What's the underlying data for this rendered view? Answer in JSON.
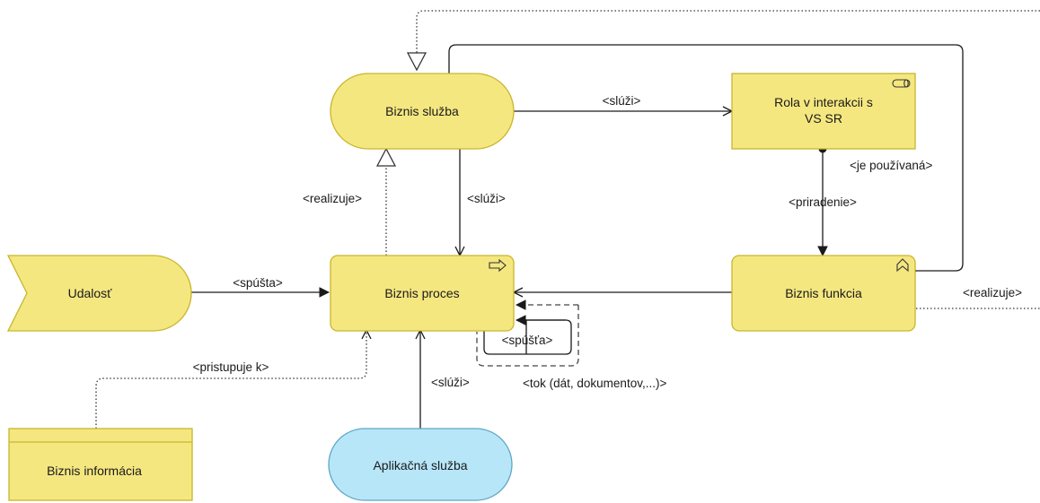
{
  "nodes": {
    "biznis_sluzba": "Biznis služba",
    "rola_line1": "Rola v interakcii s",
    "rola_line2": "VS SR",
    "udalost": "Udalosť",
    "biznis_proces": "Biznis proces",
    "biznis_funkcia": "Biznis funkcia",
    "biznis_informacia": "Biznis informácia",
    "aplikacna_sluzba": "Aplikačná služba"
  },
  "edges": {
    "sluzi_top": "<slúži>",
    "je_pouzivana": "<je používaná>",
    "realizuje_left": "<realizuje>",
    "sluzi_mid": "<slúži>",
    "priradenie": "<priradenie>",
    "spusta_left": "<spúšta>",
    "realizuje_right": "<realizuje>",
    "spusta_loop": "<spúšťa>",
    "pristupuje_k": "<pristupuje k>",
    "sluzi_bottom": "<slúži>",
    "tok": "<tok (dát, dokumentov,...)>"
  },
  "colors": {
    "business_fill": "#f5e780",
    "business_stroke": "#c9b52c",
    "application_fill": "#b7e6f8",
    "application_stroke": "#5fa7c7"
  },
  "icons": [
    "process-arrow-icon",
    "function-chevron-icon",
    "role-cylinder-icon"
  ]
}
